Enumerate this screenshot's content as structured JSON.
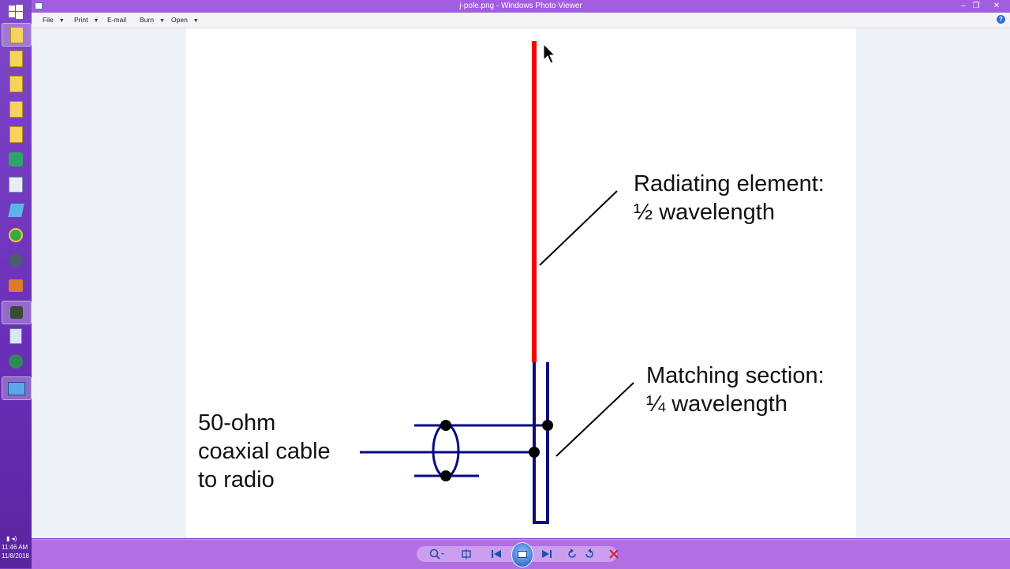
{
  "window": {
    "title": "j-pole.png - Windows Photo Viewer",
    "controls": {
      "minimize": "–",
      "restore": "❐",
      "close": "✕"
    }
  },
  "menu": {
    "items": [
      {
        "label": "File",
        "has_dropdown": true
      },
      {
        "label": "Print",
        "has_dropdown": true
      },
      {
        "label": "E-mail",
        "has_dropdown": false
      },
      {
        "label": "Burn",
        "has_dropdown": true
      },
      {
        "label": "Open",
        "has_dropdown": true
      }
    ],
    "help": "?"
  },
  "taskbar": {
    "clock_time": "11:46 AM",
    "clock_date": "11/8/2018",
    "icons": [
      "windows-start-icon",
      "folder-icon",
      "folder-icon",
      "folder-icon",
      "folder-icon",
      "folder-icon",
      "app-icon",
      "app-icon",
      "app-icon",
      "app-icon",
      "app-icon",
      "app-icon",
      "app-icon",
      "calculator-icon",
      "app-icon",
      "photo-viewer-icon"
    ]
  },
  "diagram": {
    "label_radiating_line1": "Radiating element:",
    "label_radiating_line2": "½ wavelength",
    "label_matching_line1": "Matching section:",
    "label_matching_line2": "¼ wavelength",
    "label_cable_line1": "50-ohm",
    "label_cable_line2": "coaxial cable",
    "label_cable_line3": "to radio",
    "colors": {
      "radiator": "#ff0000",
      "matching": "#0a0a80",
      "leader": "#000000"
    }
  },
  "toolbar": {
    "zoom": "zoom-icon",
    "fit": "actual-size-icon",
    "previous": "previous-icon",
    "slideshow": "slideshow-icon",
    "next": "next-icon",
    "rotate_ccw": "rotate-counterclockwise-icon",
    "rotate_cw": "rotate-clockwise-icon",
    "delete": "delete-icon"
  }
}
